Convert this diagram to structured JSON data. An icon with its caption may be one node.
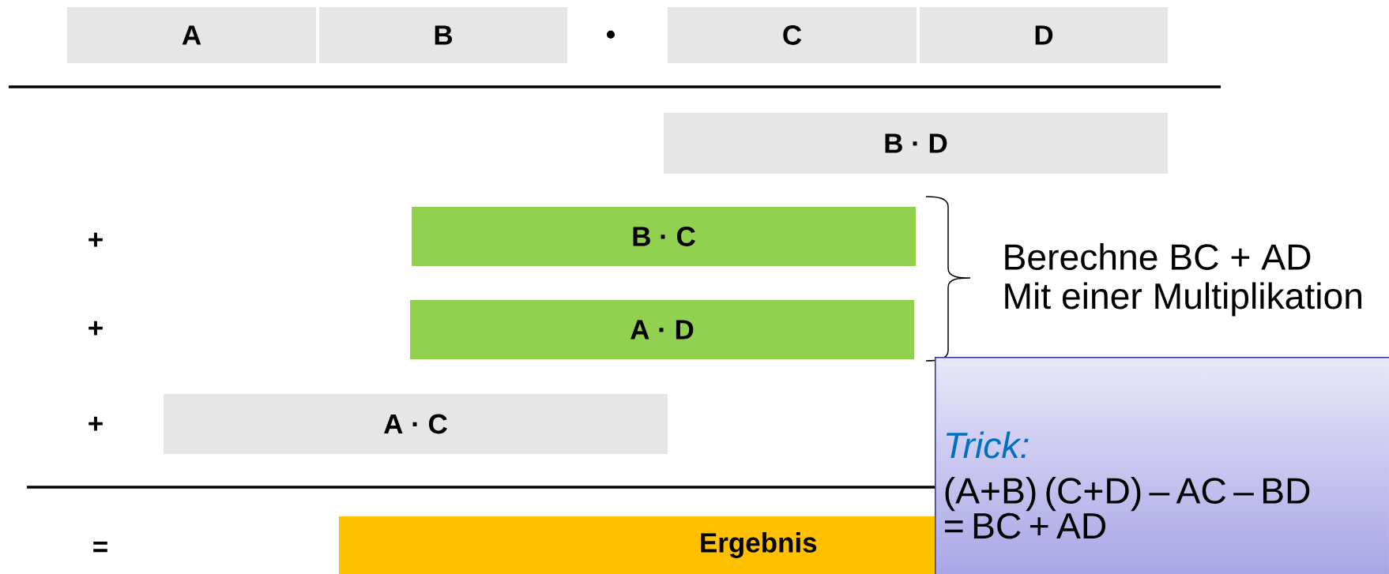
{
  "diagram": {
    "nodes": [
      {
        "text": [
          "A"
        ]
      },
      {
        "text": [
          "B"
        ]
      },
      {
        "text": [
          "C"
        ]
      },
      {
        "text": [
          "D"
        ]
      },
      {
        "text": [
          "B · D"
        ]
      },
      {
        "text": [
          "B · C"
        ]
      },
      {
        "text": [
          "A · D"
        ]
      },
      {
        "text": [
          "A · C"
        ]
      },
      {
        "text": [
          "Ergebnis"
        ]
      },
      {
        "text": [
          "Trick:",
          "(A+B) (C+D) – AC – BD",
          "= BC + AD"
        ]
      }
    ],
    "labels": [
      "•",
      "+",
      "Berechne BC + AD",
      "Mit einer Multiplikation",
      "+",
      "+",
      "="
    ]
  }
}
